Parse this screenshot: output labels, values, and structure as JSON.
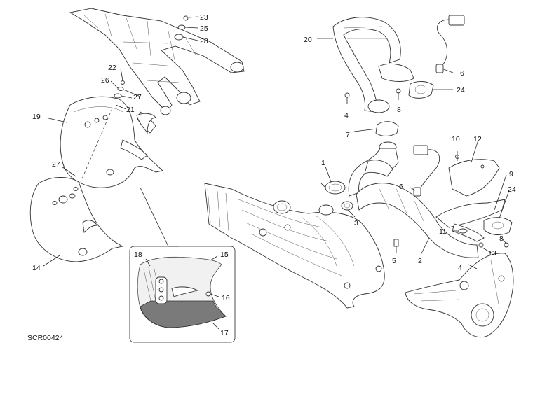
{
  "diagram_code": "SCR00424",
  "callouts": {
    "c1": "1",
    "c2": "2",
    "c3": "3",
    "c4a": "4",
    "c4b": "4",
    "c5": "5",
    "c6a": "6",
    "c6b": "6",
    "c7": "7",
    "c8a": "8",
    "c8b": "8",
    "c9": "9",
    "c10": "10",
    "c11": "11",
    "c12": "12",
    "c13": "13",
    "c14": "14",
    "c15": "15",
    "c16": "16",
    "c17": "17",
    "c18": "18",
    "c19": "19",
    "c20": "20",
    "c21": "21",
    "c22": "22",
    "c23": "23",
    "c24a": "24",
    "c24b": "24",
    "c25": "25",
    "c26": "26",
    "c27a": "27",
    "c27b": "27",
    "c28": "28"
  }
}
